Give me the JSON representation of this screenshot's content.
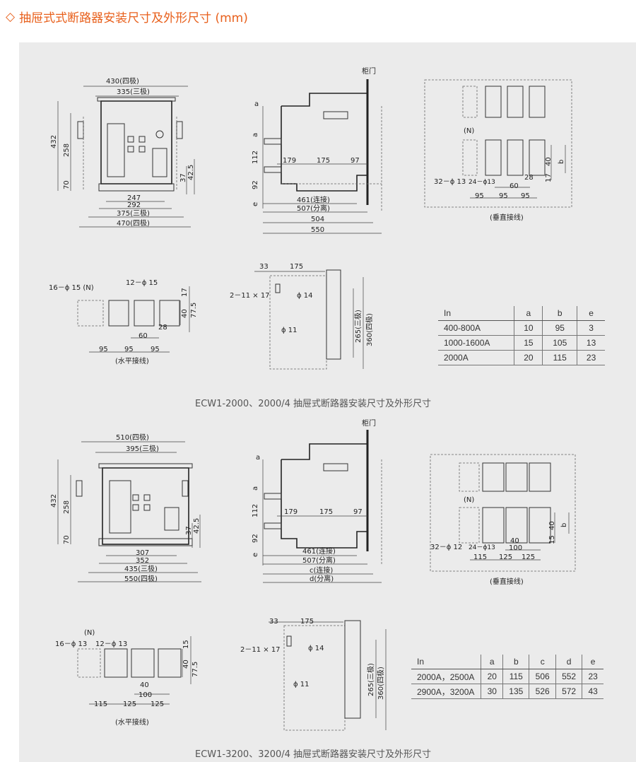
{
  "header": {
    "icon": "diamond-outline-icon",
    "title": "抽屉式式断路器安装尺寸及外形尺寸 (mm)",
    "color": "#e8601c"
  },
  "section1": {
    "caption": "ECW1-2000、2000/4 抽屉式断路器安装尺寸及外形尺寸",
    "front": {
      "w4": "430(四极)",
      "w3": "335(三极)",
      "h432": "432",
      "h258": "258",
      "h70": "70",
      "h37": "37",
      "h425": "42.5",
      "b247": "247",
      "b292": "292",
      "b375": "375(三极)",
      "b470": "470(四极)"
    },
    "side": {
      "door": "柜门",
      "a1": "a",
      "a2": "a",
      "h112": "112",
      "h92": "92",
      "e": "e",
      "d179": "179",
      "d175": "175",
      "d97": "97",
      "l461": "461(连接)",
      "l507": "507(分离)",
      "l504": "504",
      "l550": "550"
    },
    "vertical": {
      "n": "(N)",
      "d32": "32－ϕ 13",
      "d24": "24－ϕ13",
      "d95a": "95",
      "d95b": "95",
      "d95c": "95",
      "d60": "60",
      "d28": "28",
      "d17": "17",
      "d40": "40",
      "b": "b",
      "label": "(垂直接线)"
    },
    "horizontal": {
      "d16": "16－ϕ 15  (N)",
      "d12": "12－ϕ 15",
      "d17": "17",
      "d40": "40",
      "d775": "77.5",
      "d28": "28",
      "d60": "60",
      "d95a": "95",
      "d95b": "95",
      "d95c": "95",
      "label": "(水平接线)"
    },
    "base": {
      "d33": "33",
      "d175": "175",
      "d211": "2－11 × 17",
      "phi14": "ϕ 14",
      "phi11": "ϕ 11",
      "d265": "265(三极)",
      "d360": "360(四极)"
    },
    "table": {
      "headers": [
        "In",
        "a",
        "b",
        "e"
      ],
      "rows": [
        [
          "400-800A",
          "10",
          "95",
          "3"
        ],
        [
          "1000-1600A",
          "15",
          "105",
          "13"
        ],
        [
          "2000A",
          "20",
          "115",
          "23"
        ]
      ]
    }
  },
  "section2": {
    "caption": "ECW1-3200、3200/4 抽屉式断路器安装尺寸及外形尺寸",
    "front": {
      "w4": "510(四极)",
      "w3": "395(三极)",
      "h432": "432",
      "h258": "258",
      "h70": "70",
      "h37": "37",
      "h425": "42.5",
      "b307": "307",
      "b352": "352",
      "b435": "435(三极)",
      "b550": "550(四极)"
    },
    "side": {
      "door": "柜门",
      "a1": "a",
      "a2": "a",
      "h112": "112",
      "h92": "92",
      "e": "e",
      "d179": "179",
      "d175": "175",
      "d97": "97",
      "l461": "461(连接)",
      "l507": "507(分离)",
      "lc": "c(连接)",
      "ld": "d(分离)"
    },
    "vertical": {
      "n": "(N)",
      "d32": "32－ϕ 12",
      "d24": "24－ϕ13",
      "d115": "115",
      "d125a": "125",
      "d125b": "125",
      "d40": "40",
      "d100": "100",
      "d15": "15",
      "d40b": "40",
      "b": "b",
      "label": "(垂直接线)"
    },
    "horizontal": {
      "n": "(N)",
      "d16": "16－ϕ 13",
      "d12": "12－ϕ 13",
      "d15": "15",
      "d40": "40",
      "d775": "77.5",
      "d40b": "40",
      "d100": "100",
      "d115": "115",
      "d125a": "125",
      "d125b": "125",
      "label": "(水平接线)"
    },
    "base": {
      "d33": "33",
      "d175": "175",
      "d211": "2－11 × 17",
      "phi14": "ϕ 14",
      "phi11": "ϕ 11",
      "d265": "265(三极)",
      "d360": "360(四极)"
    },
    "table": {
      "headers": [
        "In",
        "a",
        "b",
        "c",
        "d",
        "e"
      ],
      "rows": [
        [
          "2000A，2500A",
          "20",
          "115",
          "506",
          "552",
          "23"
        ],
        [
          "2900A，3200A",
          "30",
          "135",
          "526",
          "572",
          "43"
        ]
      ]
    }
  }
}
